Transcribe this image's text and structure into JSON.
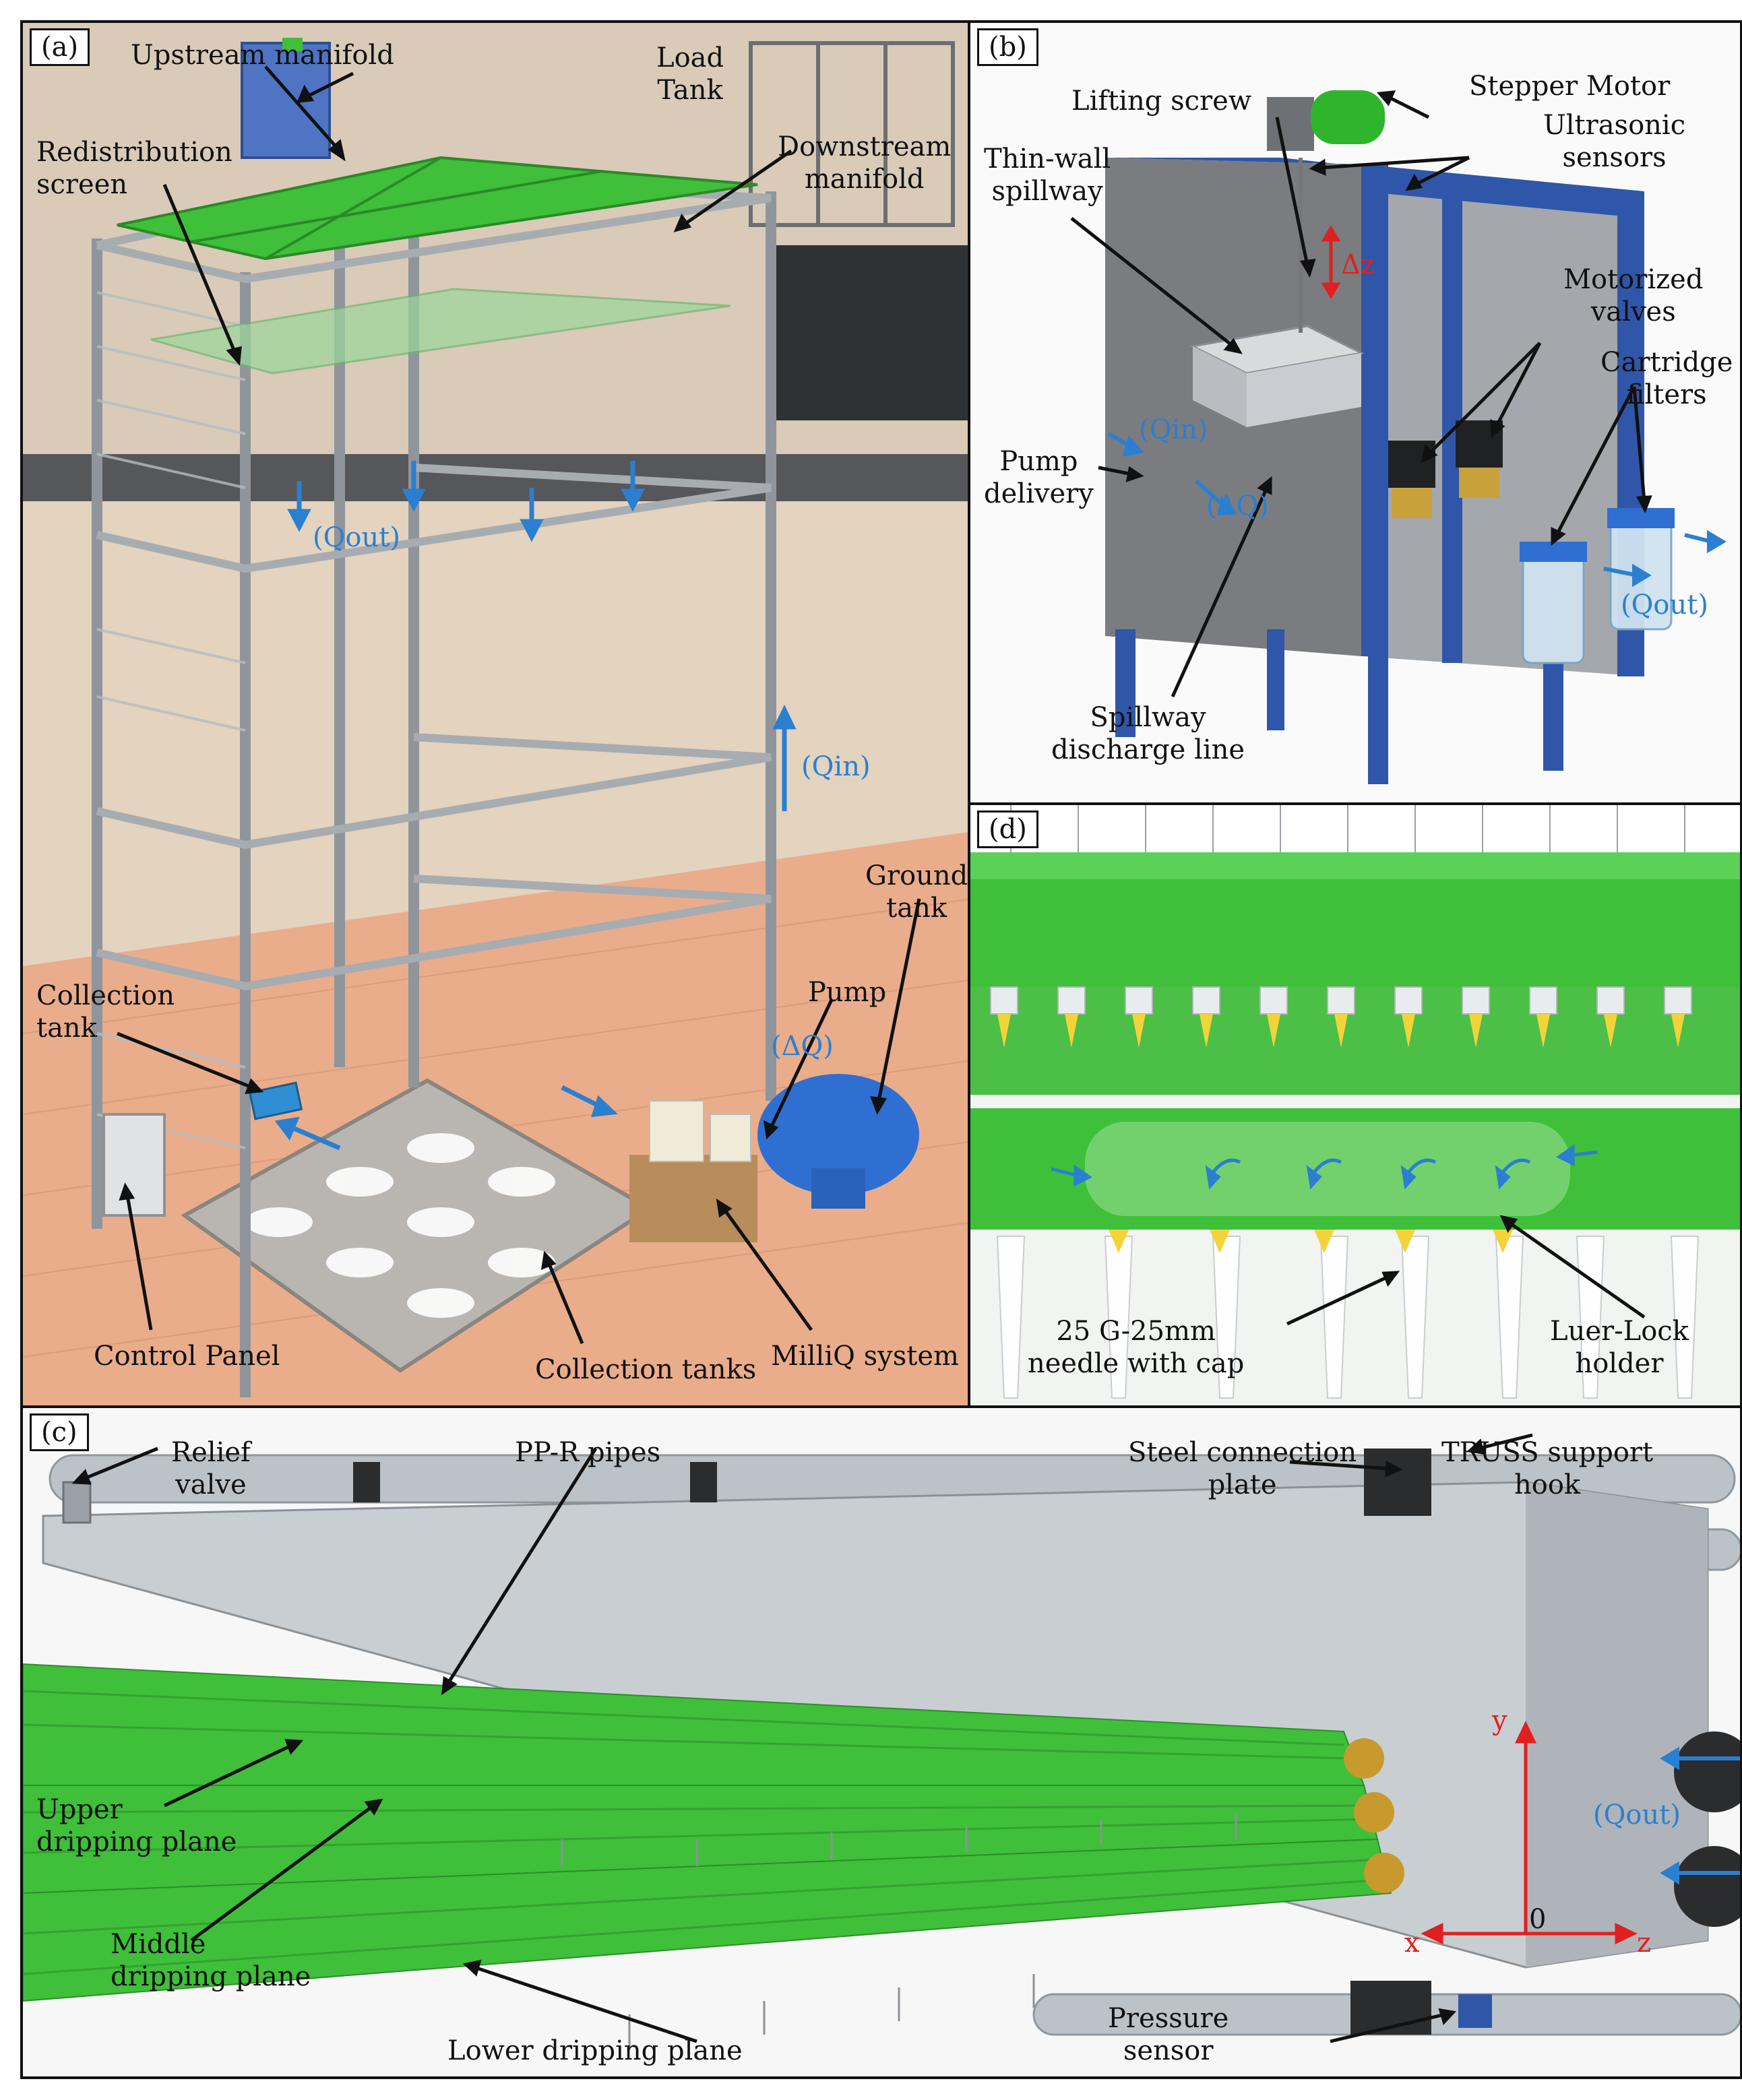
{
  "colors": {
    "flow_arrow": "#2b7fd0",
    "axis": "#e02020",
    "pipe_green": "#3fbf3a",
    "frame_blue": "#2f56a8",
    "truss_gray": "#9aa0a6"
  },
  "panel_a": {
    "tag": "(a)",
    "upstream_manifold": "Upstream manifold",
    "load_tank": [
      "Load",
      "Tank"
    ],
    "redistribution_screen": [
      "Redistribution",
      "screen"
    ],
    "downstream_manifold": [
      "Downstream",
      "manifold"
    ],
    "qout": "(Qout)",
    "qin": "(Qin)",
    "ground_tank": [
      "Ground",
      "tank"
    ],
    "pump": "Pump",
    "delta_q": "(ΔQ)",
    "collection_tank": [
      "Collection",
      "tank"
    ],
    "control_panel": "Control Panel",
    "collection_tanks": "Collection tanks",
    "milliq_system": "MilliQ system"
  },
  "panel_b": {
    "tag": "(b)",
    "lifting_screw": "Lifting screw",
    "stepper_motor": "Stepper Motor",
    "ultrasonic_sensors": [
      "Ultrasonic",
      "sensors"
    ],
    "thin_wall_spillway": [
      "Thin-wall",
      "spillway"
    ],
    "delta_z": "Δz",
    "motorized_valves": [
      "Motorized",
      "valves"
    ],
    "cartridge_filters": [
      "Cartridge",
      "filters"
    ],
    "qin": "(Qin)",
    "pump_delivery": [
      "Pump",
      "delivery"
    ],
    "delta_q": "(ΔQ)",
    "qout": "(Qout)",
    "spillway_discharge_line": [
      "Spillway",
      "discharge line"
    ]
  },
  "panel_d": {
    "tag": "(d)",
    "needle": [
      "25 G-25mm",
      "needle with cap"
    ],
    "luer_lock": [
      "Luer-Lock",
      "holder"
    ]
  },
  "panel_c": {
    "tag": "(c)",
    "relief_valve": [
      "Relief",
      "valve"
    ],
    "ppr_pipes": "PP-R pipes",
    "steel_plate": [
      "Steel connection",
      "plate"
    ],
    "truss_hook": [
      "TRUSS support",
      "hook"
    ],
    "qout": "(Qout)",
    "axis_y": "y",
    "axis_x": "x",
    "axis_z": "z",
    "axis_origin": "0",
    "upper_plane": [
      "Upper",
      "dripping plane"
    ],
    "middle_plane": [
      "Middle",
      "dripping plane"
    ],
    "lower_plane": "Lower dripping plane",
    "pressure_sensor": [
      "Pressure",
      "sensor"
    ]
  }
}
